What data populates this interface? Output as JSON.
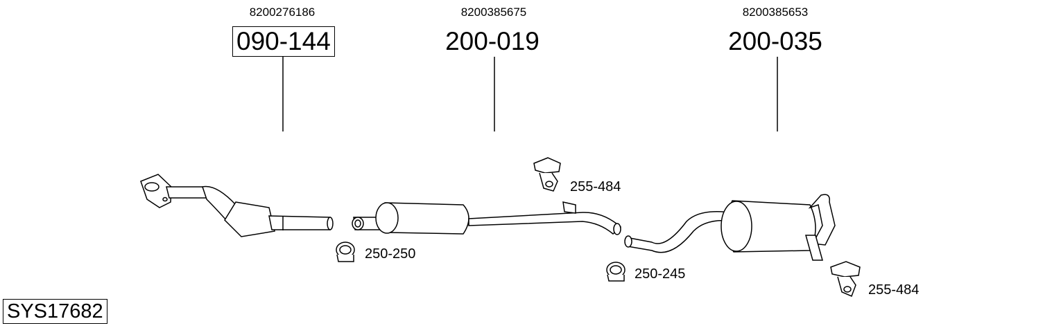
{
  "groups": [
    {
      "oe_ref": "8200276186",
      "part_number": "090-144",
      "boxed": true
    },
    {
      "oe_ref": "8200385675",
      "part_number": "200-019",
      "boxed": false
    },
    {
      "oe_ref": "8200385653",
      "part_number": "200-035",
      "boxed": false
    }
  ],
  "accessories": [
    {
      "label": "250-250",
      "icon": "clamp-icon"
    },
    {
      "label": "255-484",
      "icon": "rubber-hanger-icon"
    },
    {
      "label": "250-245",
      "icon": "clamp-icon"
    },
    {
      "label": "255-484",
      "icon": "rubber-hanger-icon"
    }
  ],
  "system_code": "SYS17682"
}
